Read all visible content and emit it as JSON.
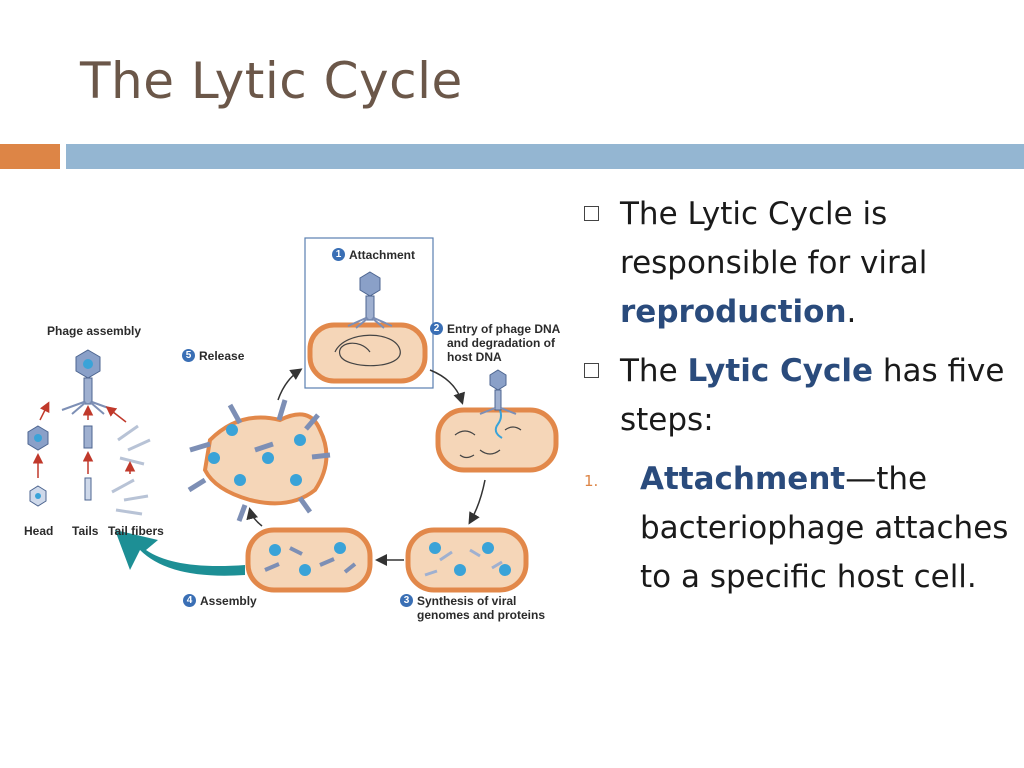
{
  "slide": {
    "title": "The Lytic Cycle"
  },
  "diagram": {
    "labels": {
      "attachment": "Attachment",
      "entry_line1": "Entry of phage DNA",
      "entry_line2": "and degradation of",
      "entry_line3": "host DNA",
      "synthesis_line1": "Synthesis of viral",
      "synthesis_line2": "genomes and proteins",
      "assembly": "Assembly",
      "release": "Release",
      "phage_assembly": "Phage assembly",
      "head": "Head",
      "tails": "Tails",
      "tail_fibers": "Tail fibers"
    },
    "step_numbers": [
      "1",
      "2",
      "3",
      "4",
      "5"
    ],
    "colors": {
      "cell_fill": "#f5d6b8",
      "cell_border": "#e2884a",
      "phage": "#8aa0c8",
      "dna": "#3aa3d8",
      "arrow_teal": "#1d8f95",
      "arrow_red": "#c0392b",
      "step_badge": "#3a6fb5"
    }
  },
  "bullets": {
    "item1": {
      "text_a": "The Lytic Cycle is responsible for viral ",
      "highlight": "reproduction",
      "text_b": "."
    },
    "item2": {
      "text_a": "The ",
      "highlight": "Lytic Cycle",
      "text_b": " has five steps:"
    },
    "numbered1": {
      "marker": "1.",
      "highlight": "Attachment",
      "text": "—the bacteriophage attaches to a specific host cell."
    }
  }
}
